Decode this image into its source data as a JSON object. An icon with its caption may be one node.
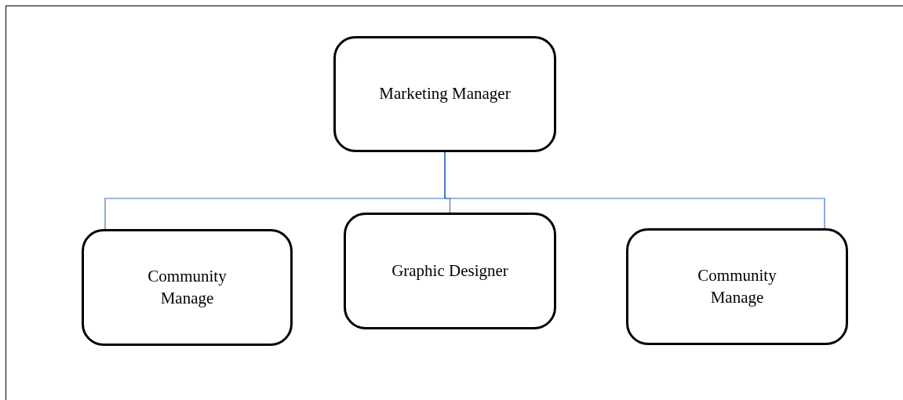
{
  "diagram": {
    "nodes": [
      {
        "text": [
          "Marketing Manager"
        ]
      },
      {
        "text": [
          "Community Manage"
        ]
      },
      {
        "text": [
          "Graphic Designer"
        ]
      },
      {
        "text": [
          "Community Manage"
        ]
      }
    ],
    "edges": [
      {
        "from": 0,
        "to": 1,
        "arrow": "none"
      },
      {
        "from": 0,
        "to": 2,
        "arrow": "none"
      },
      {
        "from": 0,
        "to": 3,
        "arrow": "none"
      }
    ]
  }
}
